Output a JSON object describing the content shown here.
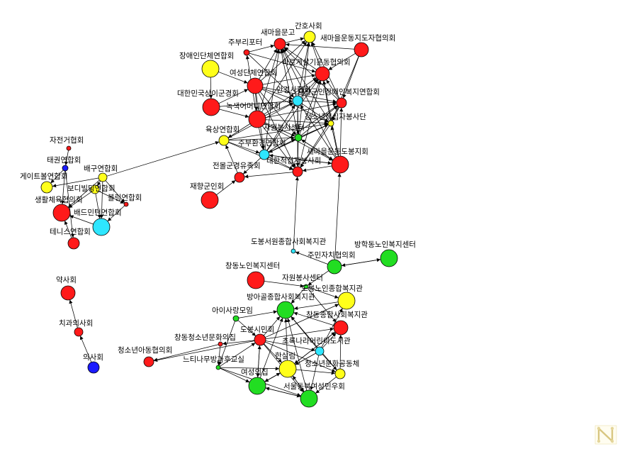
{
  "colors": {
    "red": "#ff1a1a",
    "yellow": "#ffff1a",
    "cyan": "#2ee6ff",
    "green": "#22dd22",
    "blue": "#1a1aff",
    "edge": "#000000"
  },
  "logo_icon": "netdraw-logo-icon",
  "nodes": [
    {
      "id": "n1",
      "label": "간호사회",
      "color": "yellow"
    },
    {
      "id": "n2",
      "label": "새마을문고",
      "color": "red"
    },
    {
      "id": "n3",
      "label": "새마을운동지도자협의회",
      "color": "red"
    },
    {
      "id": "n4",
      "label": "주부리포터",
      "color": "red"
    },
    {
      "id": "n5",
      "label": "장애인단체연합회",
      "color": "yellow"
    },
    {
      "id": "n6",
      "label": "바르게살기운동협의회",
      "color": "red"
    },
    {
      "id": "n7",
      "label": "여성단체연합회",
      "color": "red"
    },
    {
      "id": "n8",
      "label": "대한민국상이군경회",
      "color": "red"
    },
    {
      "id": "n9",
      "label": "안경사협회",
      "color": "cyan"
    },
    {
      "id": "n10",
      "label": "재향군인장애인복지연합회",
      "color": "red"
    },
    {
      "id": "n11",
      "label": "녹색어머니연합회",
      "color": "red"
    },
    {
      "id": "n12",
      "label": "자원봉사센터",
      "color": "green"
    },
    {
      "id": "n13",
      "label": "청소년적십자봉사단",
      "color": "yellow"
    },
    {
      "id": "n14",
      "label": "육상연합회",
      "color": "yellow"
    },
    {
      "id": "n15",
      "label": "주부환경연합회",
      "color": "cyan"
    },
    {
      "id": "n16",
      "label": "새마을운동도봉지회",
      "color": "red"
    },
    {
      "id": "n17",
      "label": "대한적십자봉사회",
      "color": "red"
    },
    {
      "id": "n18",
      "label": "전몰군경유족회",
      "color": "red"
    },
    {
      "id": "n19",
      "label": "재향군인회",
      "color": "red"
    },
    {
      "id": "n20",
      "label": "자전거협회",
      "color": "red"
    },
    {
      "id": "n21",
      "label": "태권연합회",
      "color": "blue"
    },
    {
      "id": "n22",
      "label": "배구연합회",
      "color": "yellow"
    },
    {
      "id": "n23",
      "label": "게이트볼연합회",
      "color": "yellow"
    },
    {
      "id": "n24",
      "label": "보디빌딩연합회",
      "color": "yellow"
    },
    {
      "id": "n25",
      "label": "볼링연합회",
      "color": "red"
    },
    {
      "id": "n26",
      "label": "생활체육협의회",
      "color": "red"
    },
    {
      "id": "n27",
      "label": "배드민턴연합회",
      "color": "cyan"
    },
    {
      "id": "n28",
      "label": "테니스연합회",
      "color": "red"
    },
    {
      "id": "n29",
      "label": "도봉서원종합사회복지관",
      "color": "cyan"
    },
    {
      "id": "n30",
      "label": "주민자치협의회",
      "color": "green"
    },
    {
      "id": "n31",
      "label": "방학동노인복지센터",
      "color": "green"
    },
    {
      "id": "n32",
      "label": "창동노인복지센터",
      "color": "red"
    },
    {
      "id": "n33",
      "label": "자원봉사센터",
      "color": "green"
    },
    {
      "id": "n34",
      "label": "도봉노인종합복지관",
      "color": "yellow"
    },
    {
      "id": "n35",
      "label": "방아골종합사회복지관",
      "color": "green"
    },
    {
      "id": "n36",
      "label": "아이사랑모임",
      "color": "green"
    },
    {
      "id": "n37",
      "label": "창동종합사회복지관",
      "color": "red"
    },
    {
      "id": "n38",
      "label": "도봉시민회",
      "color": "red"
    },
    {
      "id": "n39",
      "label": "창동청소년문화의집",
      "color": "red"
    },
    {
      "id": "n40",
      "label": "초록나라어린이도서관",
      "color": "cyan"
    },
    {
      "id": "n41",
      "label": "청소년아동협의회",
      "color": "red"
    },
    {
      "id": "n42",
      "label": "느티나무방과후교실",
      "color": "green"
    },
    {
      "id": "n43",
      "label": "한살림",
      "color": "yellow"
    },
    {
      "id": "n44",
      "label": "청소년문화공동체",
      "color": "yellow"
    },
    {
      "id": "n45",
      "label": "여성의집",
      "color": "green"
    },
    {
      "id": "n46",
      "label": "서울동북여성민우회",
      "color": "green"
    },
    {
      "id": "n47",
      "label": "약사회",
      "color": "red"
    },
    {
      "id": "n48",
      "label": "치과의사회",
      "color": "red"
    },
    {
      "id": "n49",
      "label": "의사회",
      "color": "blue"
    }
  ]
}
